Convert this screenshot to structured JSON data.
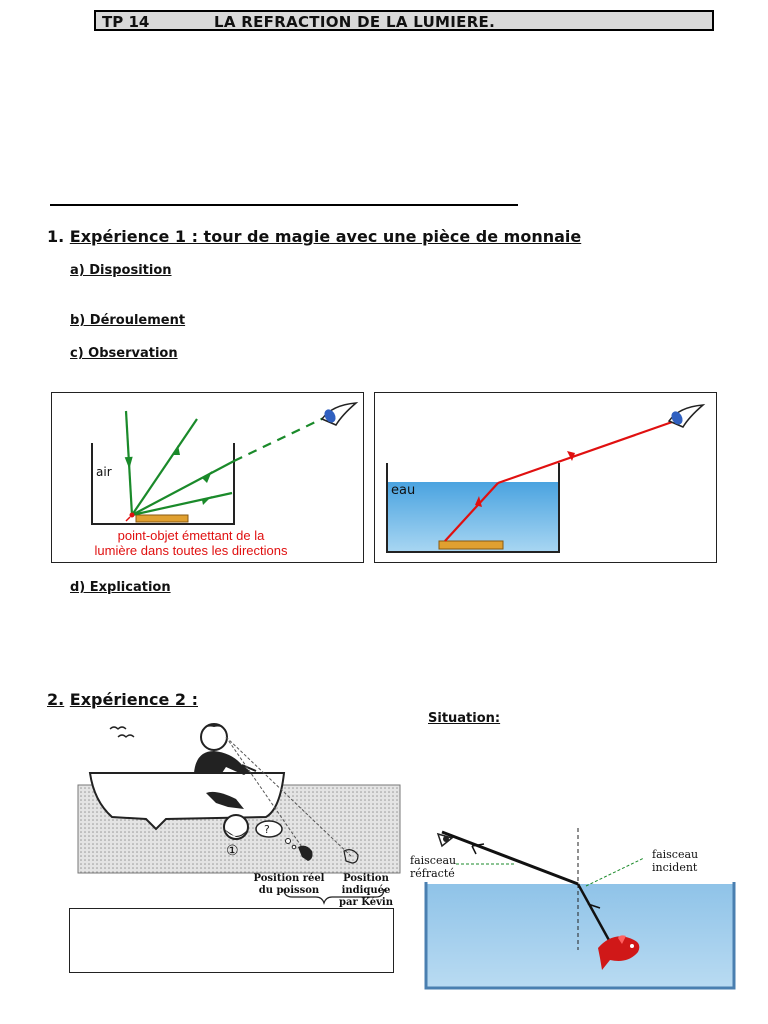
{
  "header": {
    "number": "TP 14",
    "title": "LA REFRACTION DE LA LUMIERE."
  },
  "section1": {
    "title_num": "1.",
    "title": "Expérience 1 : tour de magie avec une pièce de monnaie",
    "a": "a) Disposition",
    "b": "b) Déroulement",
    "c": "c) Observation",
    "d": "d) Explication"
  },
  "figure1": {
    "air_label": "air",
    "caption_line1": "point-objet émettant de la",
    "caption_line2": "lumière dans toutes les directions"
  },
  "figure2": {
    "eau_label": "eau"
  },
  "section2": {
    "title_num": "2.",
    "title": "Expérience 2 :",
    "situation": "Situation:"
  },
  "figure3": {
    "marker": "①",
    "label_real_1": "Position réel",
    "label_real_2": "du poisson",
    "label_ind_1": "Position indiquée",
    "label_ind_2": "par Kévin"
  },
  "figure4": {
    "refracte_1": "faisceau",
    "refracte_2": "réfracté",
    "incident": "faisceau incident"
  },
  "colors": {
    "green": "#1a8a2a",
    "red": "#e01010",
    "water": "#6ab4e6",
    "coin": "#e0a030"
  }
}
